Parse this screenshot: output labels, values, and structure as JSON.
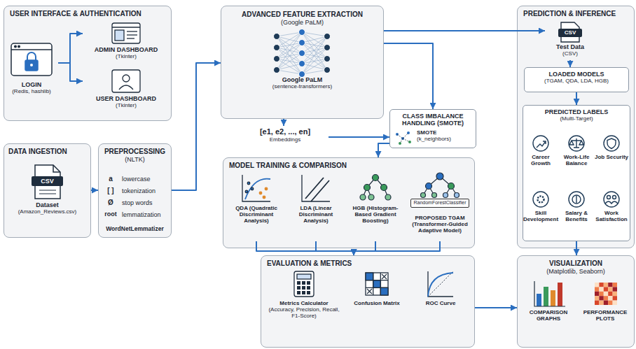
{
  "diagram": {
    "nodes": [
      {
        "text": [
          "USER INTERFACE & AUTHENTICATION"
        ]
      },
      {
        "text": [
          "LOGIN",
          "(Redis, hashlib)"
        ],
        "in": 0
      },
      {
        "text": [
          "ADMIN DASHBOARD",
          "(Tkinter)"
        ],
        "in": 0
      },
      {
        "text": [
          "USER DASHBOARD",
          "(Tkinter)"
        ],
        "in": 0
      },
      {
        "text": [
          "DATA INGESTION"
        ]
      },
      {
        "text": [
          "Dataset",
          "(Amazon_Reviews.csv)"
        ],
        "in": 4
      },
      {
        "text": [
          "PREPROCESSING",
          "(NLTK)",
          "WordNetLemmatizer"
        ]
      },
      {
        "text": [
          "ADVANCED FEATURE EXTRACTION",
          "(Google PaLM)",
          "Google PaLM",
          "(sentence-transformers)"
        ]
      },
      {
        "text": [
          "[e1, e2, ..., en]",
          "Embeddings"
        ]
      },
      {
        "text": [
          "CLASS IMBALANCE HANDLING (SMOTE)",
          "SMOTE",
          "(k_neighbors)"
        ]
      },
      {
        "text": [
          "MODEL TRAINING & COMPARISON"
        ]
      },
      {
        "text": [
          "QDA (Quadratic Discriminant Analysis)"
        ],
        "in": 10
      },
      {
        "text": [
          "LDA (Linear Discriminant Analysis)"
        ],
        "in": 10
      },
      {
        "text": [
          "HGB (Histogram-Based Gradient Boosting)"
        ],
        "in": 10
      },
      {
        "text": [
          "PROPOSED TGAM (Transformer-Guided Adaptive Model)"
        ],
        "in": 10
      },
      {
        "text": [
          "RandomForestClassifier"
        ],
        "in": 14
      },
      {
        "text": [
          "EVALUATION & METRICS"
        ]
      },
      {
        "text": [
          "Metrics Calculator",
          "(Accuracy, Precision, Recall, F1-Score)"
        ],
        "in": 16
      },
      {
        "text": [
          "Confusion Matrix"
        ],
        "in": 16
      },
      {
        "text": [
          "ROC Curve"
        ],
        "in": 16
      },
      {
        "text": [
          "PREDICTION & INFERENCE"
        ]
      },
      {
        "text": [
          "Test Data",
          "(CSV)"
        ],
        "in": 20
      },
      {
        "text": [
          "LOADED MODELS",
          "(TGAM, QDA, LDA, HGB)"
        ],
        "in": 20
      },
      {
        "text": [
          "PREDICTED LABELS",
          "(Multi-Target)"
        ],
        "in": 20
      },
      {
        "text": [
          "VISUALIZATION",
          "(Matplotlib, Seaborn)"
        ]
      },
      {
        "text": [
          "COMPARISON GRAPHS"
        ],
        "in": 24
      },
      {
        "text": [
          "PERFORMANCE PLOTS"
        ],
        "in": 24
      }
    ],
    "edges": [
      {
        "from": 1,
        "to": 2,
        "arrow": "to"
      },
      {
        "from": 1,
        "to": 3,
        "arrow": "to"
      },
      {
        "from": 4,
        "to": 6,
        "arrow": "to"
      },
      {
        "from": 6,
        "to": 7,
        "arrow": "to"
      },
      {
        "from": 7,
        "to": 8,
        "arrow": "to"
      },
      {
        "from": 7,
        "to": 9,
        "arrow": "to"
      },
      {
        "from": 8,
        "to": 9,
        "arrow": "to"
      },
      {
        "from": 7,
        "to": 21,
        "arrow": "to"
      },
      {
        "from": 9,
        "to": 10,
        "arrow": "to"
      },
      {
        "from": 11,
        "to": 16,
        "arrow": "to"
      },
      {
        "from": 12,
        "to": 16,
        "arrow": "to"
      },
      {
        "from": 13,
        "to": 16,
        "arrow": "to"
      },
      {
        "from": 14,
        "to": 16,
        "arrow": "to"
      },
      {
        "from": 16,
        "to": 24,
        "arrow": "to"
      },
      {
        "from": 21,
        "to": 22,
        "arrow": "to"
      },
      {
        "from": 22,
        "to": 23,
        "arrow": "to"
      },
      {
        "from": 23,
        "to": 24,
        "arrow": "to"
      }
    ],
    "labels": [
      "CSV",
      "a",
      "lowercase",
      "[ ]",
      "tokenization",
      "Ø",
      "stop words",
      "root",
      "lemmatization",
      "CSV",
      "Career Growth",
      "Work-Life Balance",
      "Job Security",
      "Skill Development",
      "Salary & Benefits",
      "Work Satisfaction"
    ]
  }
}
